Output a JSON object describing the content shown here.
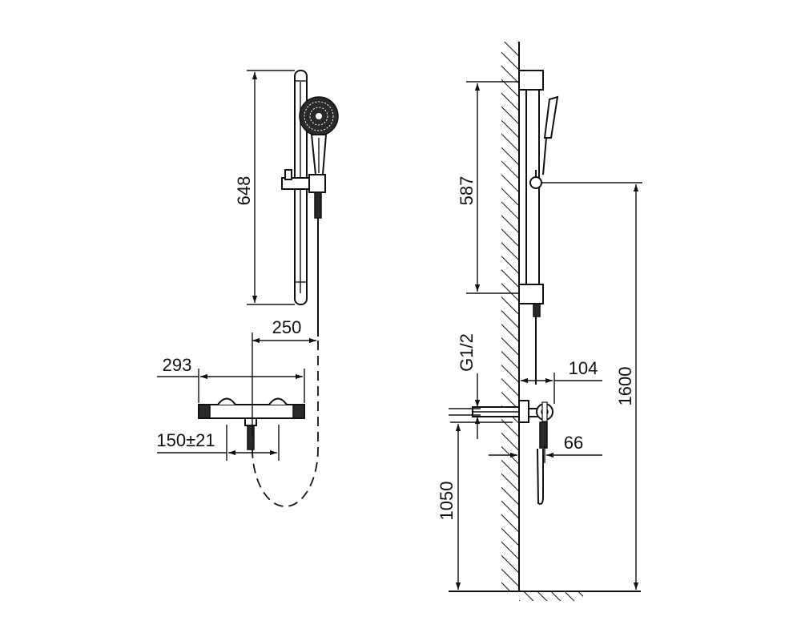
{
  "dimensions": {
    "bar_height": "648",
    "bar_to_mixer_offset": "250",
    "mixer_width": "293",
    "inlet_centres": "150±21",
    "bracket_spacing": "587",
    "inlet_thread": "G1/2",
    "mixer_projection": "104",
    "outlet_offset": "66",
    "mixer_height": "1050",
    "bar_top_height": "1600"
  },
  "colors": {
    "line": "#111111",
    "background": "#ffffff"
  }
}
